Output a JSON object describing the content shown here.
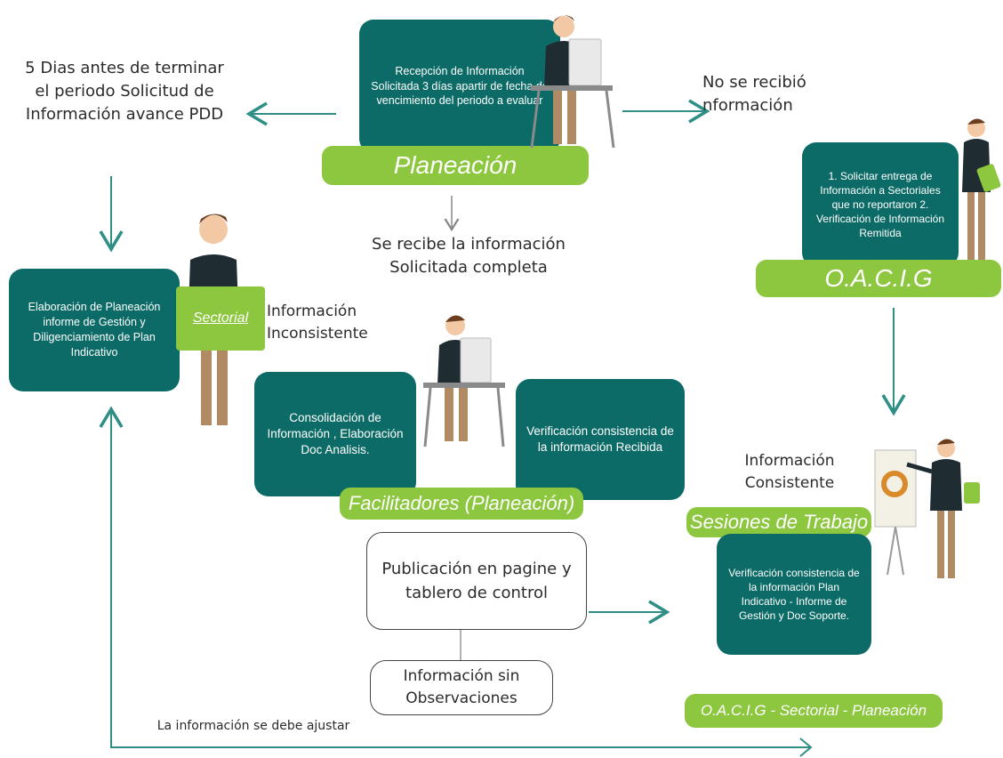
{
  "top": {
    "reception_box": "Recepción de Información Solicitada 3 días apartir de fecha de vencimiento del periodo a evaluar",
    "planeacion_tag": "Planeación",
    "left_label": "5 Dias antes de terminar el periodo Solicitud de Información avance PDD",
    "right_label": "No se recibió nformación",
    "center_label": "Se recibe la información Solicitada completa"
  },
  "oacig": {
    "box": "1. Solicitar entrega de Información a Sectoriales que no reportaron 2. Verificación de Información Remitida",
    "tag": "O.A.C.I.G"
  },
  "sectorial": {
    "box": "Elaboración de Planeación informe de Gestión y Diligenciamiento de Plan Indicativo",
    "sign": "Sectorial"
  },
  "facilitadores": {
    "inconsistent_label": "Información Inconsistente",
    "consolidation_box": "Consolidación de Información , Elaboración Doc Analisis.",
    "verification_box": "Verificación consistencia de la información Recibida",
    "tag": "Facilitadores (Planeación)"
  },
  "sesiones": {
    "consistent_label": "Información Consistente",
    "tag": "Sesiones de Trabajo",
    "box": "Verificación consistencia de la información Plan Indicativo - Informe de Gestión y Doc Soporte.",
    "footer_tag": "O.A.C.I.G - Sectorial - Planeación"
  },
  "publication": {
    "box": "Publicación en pagine y tablero de control",
    "no_obs_box": "Información sin Observaciones"
  },
  "bottom": {
    "adjust_label": "La información se debe ajustar"
  },
  "colors": {
    "teal": "#0c6b67",
    "green": "#8dc63f",
    "arrow": "#2f8f86"
  }
}
